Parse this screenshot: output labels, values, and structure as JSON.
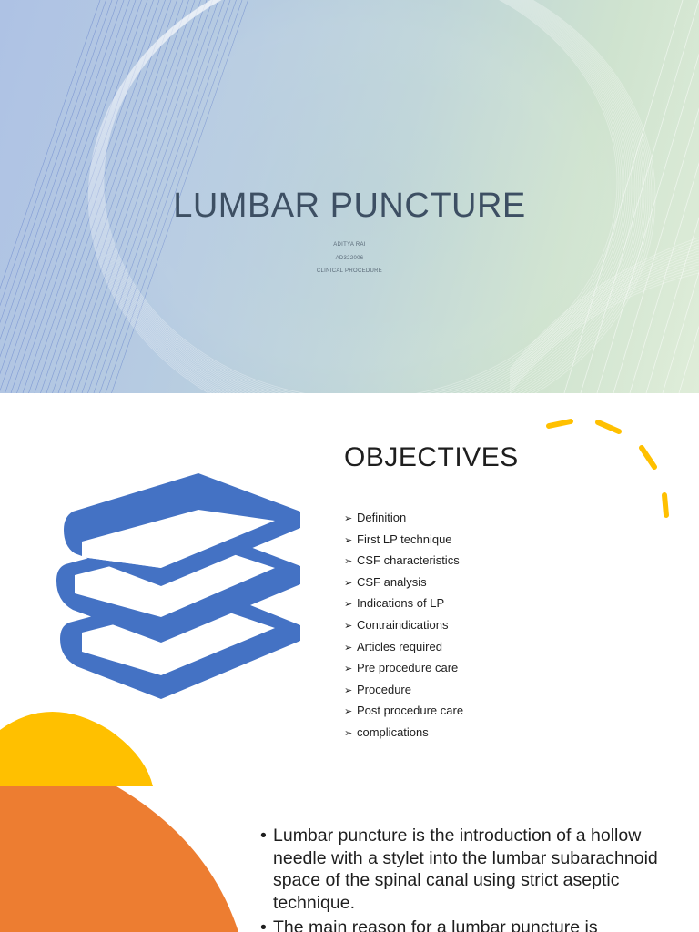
{
  "slide1": {
    "title": "LUMBAR PUNCTURE",
    "author": "ADITYA RAI",
    "roll": "AD322006",
    "subject": "CLINICAL PROCEDURE"
  },
  "slide2": {
    "heading": "OBJECTIVES",
    "bullet_glyph": "➢",
    "items": [
      "Definition",
      "First LP technique",
      "CSF characteristics",
      "CSF analysis",
      "Indications of LP",
      "Contraindications",
      "Articles required",
      "Pre procedure care",
      "Procedure",
      "Post procedure care",
      "complications"
    ],
    "icon": "books-stack-icon",
    "colors": {
      "books": "#4472c4",
      "dash_arc": "#ffc000"
    }
  },
  "slide3": {
    "bullet_glyph": "•",
    "paragraphs": [
      "Lumbar puncture is the introduction of a hollow needle with a stylet into the lumbar subarachnoid space of the spinal canal using strict aseptic technique.",
      "The main reason for a lumbar puncture is"
    ],
    "colors": {
      "yellow_circle": "#ffc000",
      "orange_shape": "#ed7d31"
    }
  }
}
